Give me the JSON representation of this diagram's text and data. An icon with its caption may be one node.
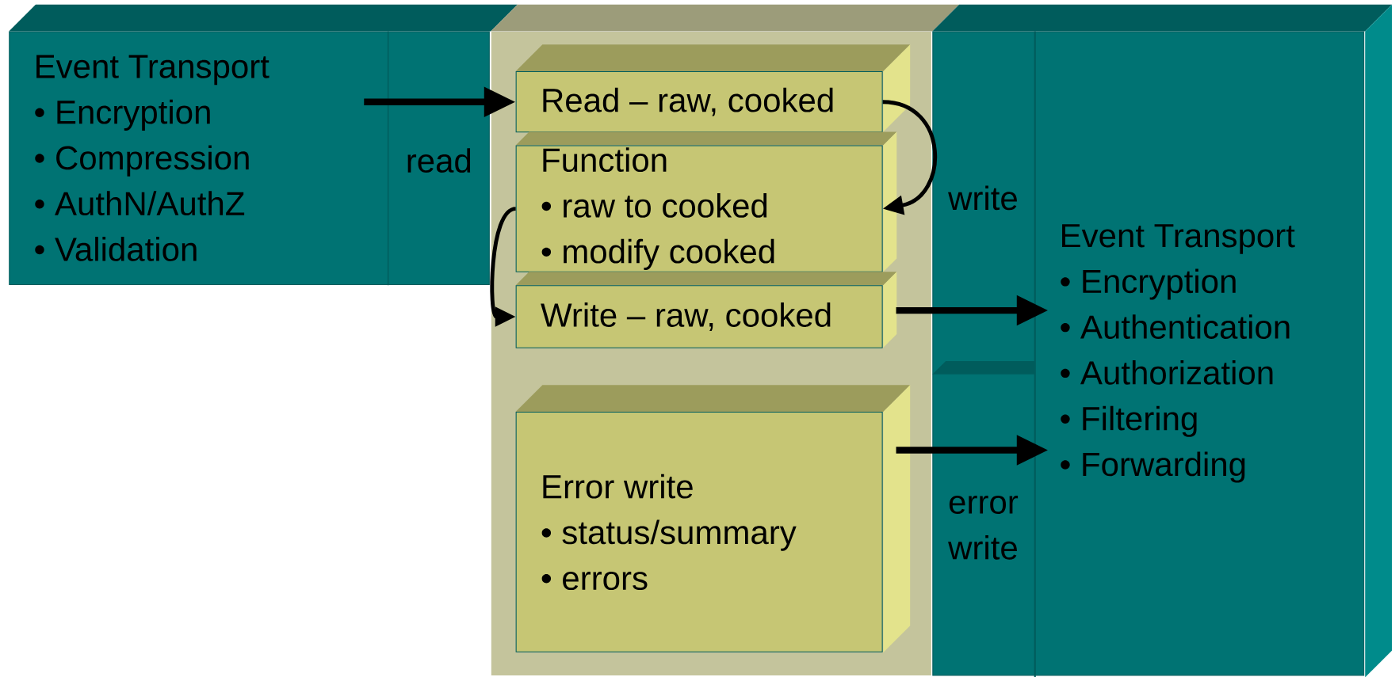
{
  "diagram": {
    "nodes": [
      {
        "text": [
          "Event Transport",
          "• Encryption",
          "• Compression",
          "• AuthN/AuthZ",
          "• Validation"
        ]
      },
      {
        "text": [],
        "shape": "box"
      },
      {
        "text": [
          "Read – raw, cooked"
        ],
        "in": 1
      },
      {
        "text": [
          "Function",
          "• raw to cooked",
          "• modify cooked"
        ],
        "in": 1
      },
      {
        "text": [
          "Write – raw, cooked"
        ],
        "in": 1
      },
      {
        "text": [
          "Error write",
          "• status/summary",
          "• errors"
        ],
        "in": 1
      },
      {
        "text": [
          "Event Transport",
          "• Encryption",
          "• Authentication",
          "• Authorization",
          "• Filtering",
          "• Forwarding"
        ]
      }
    ],
    "edges": [
      {
        "from": 0,
        "to": 2,
        "arrow": "to"
      },
      {
        "from": 2,
        "to": 3,
        "arrow": "to"
      },
      {
        "from": 3,
        "to": 4,
        "arrow": "to"
      },
      {
        "from": 4,
        "to": 6,
        "arrow": "to"
      },
      {
        "from": 5,
        "to": 6,
        "arrow": "to"
      }
    ],
    "labels": [
      "read",
      "write",
      "error write"
    ]
  }
}
